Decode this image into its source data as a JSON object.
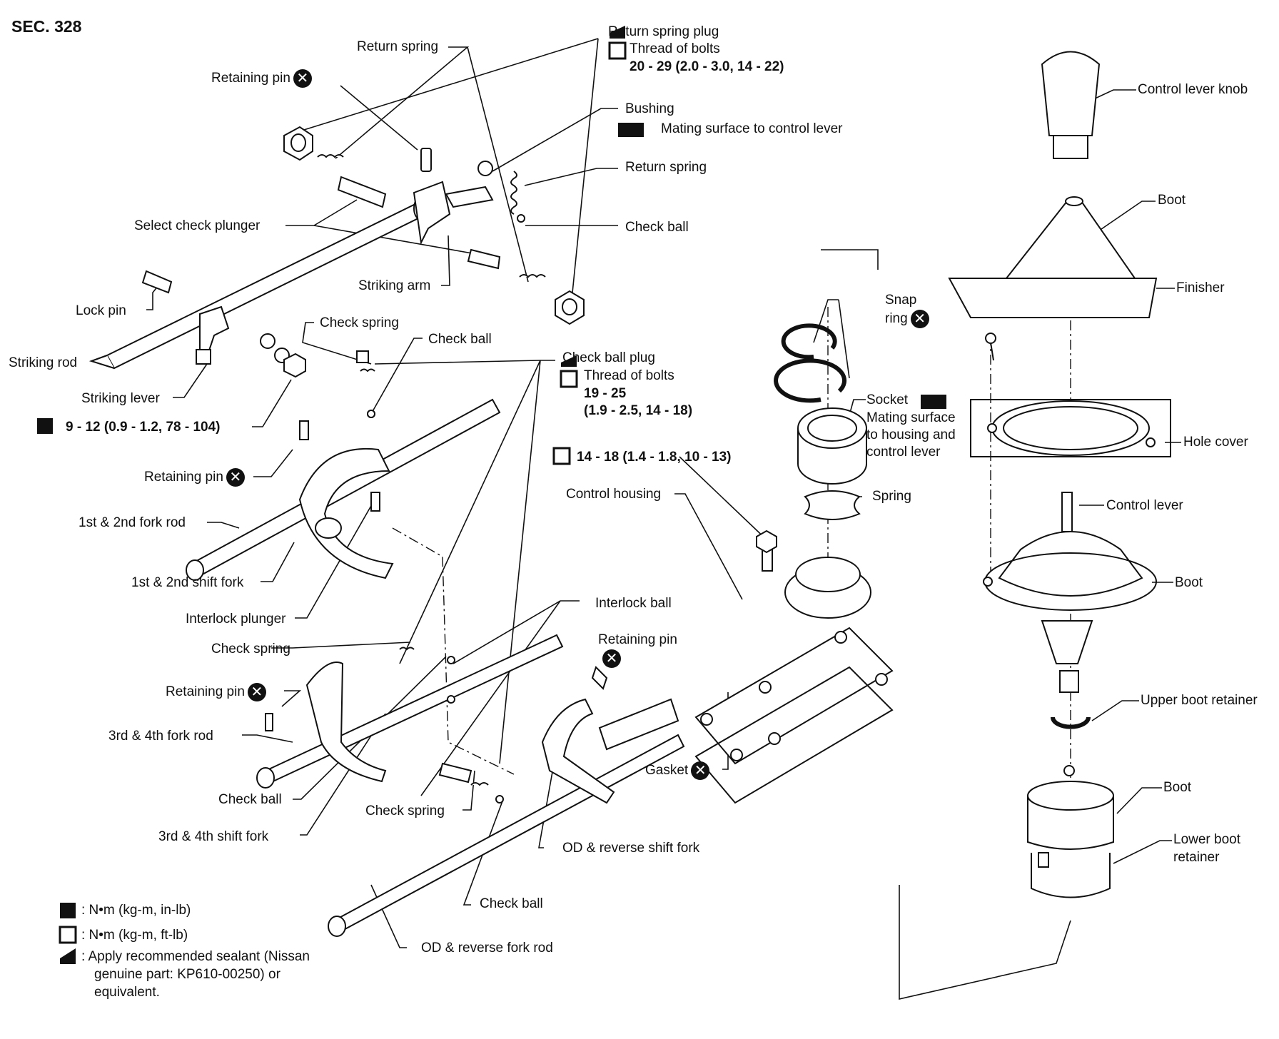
{
  "section_label": "SEC. 328",
  "labels": {
    "return_spring_top": "Return spring",
    "return_spring_plug": "Return spring plug",
    "thread_of_bolts_1": "Thread of bolts",
    "torque_return_plug": "20 - 29 (2.0 - 3.0, 14 - 22)",
    "retaining_pin_top": "Retaining pin",
    "bushing": "Bushing",
    "mating_surface_control_lever": "Mating surface to control lever",
    "return_spring_right": "Return spring",
    "check_ball_top": "Check ball",
    "select_check_plunger": "Select check plunger",
    "striking_arm": "Striking arm",
    "lock_pin": "Lock pin",
    "check_spring_1": "Check spring",
    "check_ball_2": "Check ball",
    "striking_rod": "Striking rod",
    "striking_lever": "Striking lever",
    "torque_striking": "9 - 12 (0.9 - 1.2, 78 - 104)",
    "check_ball_plug": "Check ball plug",
    "thread_of_bolts_2": "Thread of bolts",
    "torque_check_plug_a": "19 - 25",
    "torque_check_plug_b": "(1.9 - 2.5, 14 - 18)",
    "retaining_pin_mid": "Retaining pin",
    "torque_housing": "14 - 18 (1.4 - 1.8, 10 - 13)",
    "fork_rod_12": "1st & 2nd fork rod",
    "control_housing": "Control housing",
    "shift_fork_12": "1st & 2nd shift fork",
    "interlock_plunger": "Interlock plunger",
    "interlock_ball": "Interlock ball",
    "retaining_pin_right": "Retaining pin",
    "check_spring_2": "Check spring",
    "retaining_pin_left": "Retaining pin",
    "fork_rod_34": "3rd & 4th fork rod",
    "check_ball_3": "Check ball",
    "check_spring_3": "Check spring",
    "shift_fork_34": "3rd & 4th shift fork",
    "od_shift_fork": "OD & reverse shift fork",
    "check_ball_4": "Check ball",
    "od_fork_rod": "OD & reverse fork rod",
    "gasket": "Gasket",
    "snap_ring_a": "Snap",
    "snap_ring_b": "ring",
    "socket": "Socket",
    "mating_surface_housing_a": "Mating surface",
    "mating_surface_housing_b": "to housing and",
    "mating_surface_housing_c": "control lever",
    "spring": "Spring",
    "control_lever_knob": "Control lever knob",
    "boot_top": "Boot",
    "finisher": "Finisher",
    "hole_cover": "Hole cover",
    "control_lever": "Control lever",
    "boot_mid": "Boot",
    "upper_boot_retainer": "Upper boot retainer",
    "boot_bottom": "Boot",
    "lower_boot_retainer_a": "Lower boot",
    "lower_boot_retainer_b": "retainer"
  },
  "legend": {
    "nm_in_lb": ": N•m (kg-m, in-lb)",
    "nm_ft_lb": ": N•m (kg-m, ft-lb)",
    "sealant_1": ": Apply recommended sealant (Nissan",
    "sealant_2": "genuine part: KP610-00250) or",
    "sealant_3": "equivalent."
  },
  "symbols": {
    "do_not_reuse": "✕"
  }
}
